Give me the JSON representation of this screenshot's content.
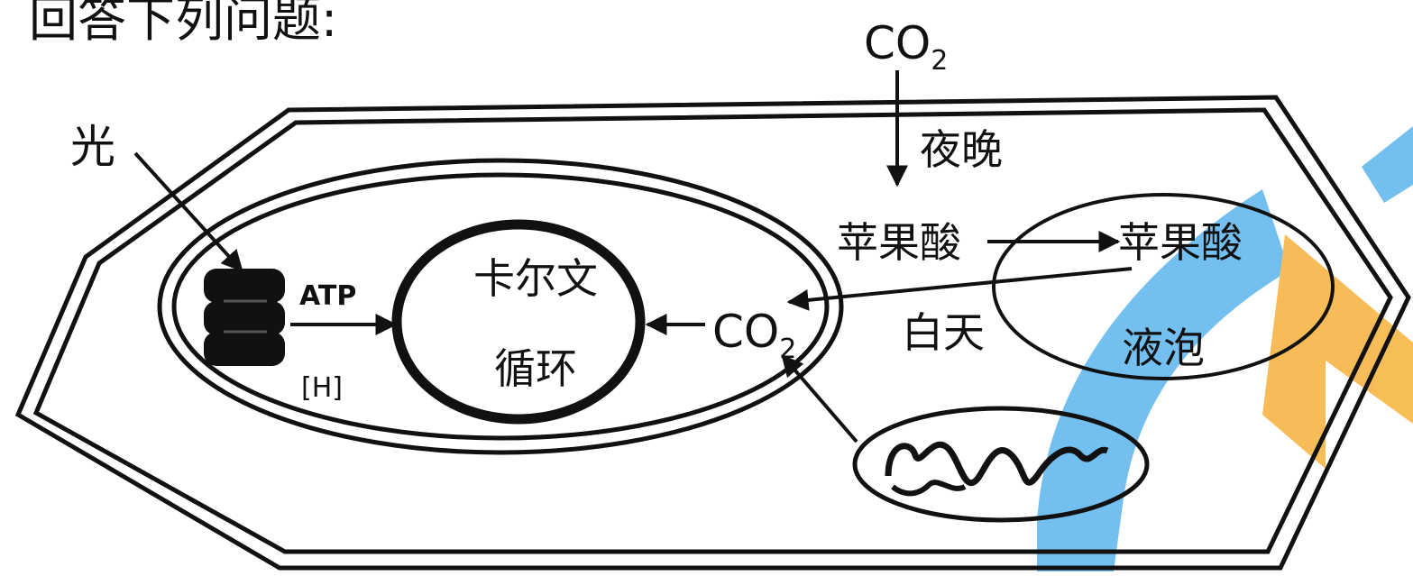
{
  "heading": "回答下列问题:",
  "labels": {
    "light": "光",
    "atp": "ATP",
    "nadph": "[H]",
    "calvin_line1": "卡尔文",
    "calvin_line2": "循环",
    "co2_main": "CO",
    "co2_sub": "2",
    "co2_top_main": "CO",
    "co2_top_sub": "2",
    "night": "夜晚",
    "malate_cytosol": "苹果酸",
    "malate_vacuole": "苹果酸",
    "day": "白天",
    "vacuole": "液泡"
  },
  "colors": {
    "ink": "#111111",
    "watermark_blue": "#5ab4ec",
    "watermark_orange": "#f6b13a"
  }
}
